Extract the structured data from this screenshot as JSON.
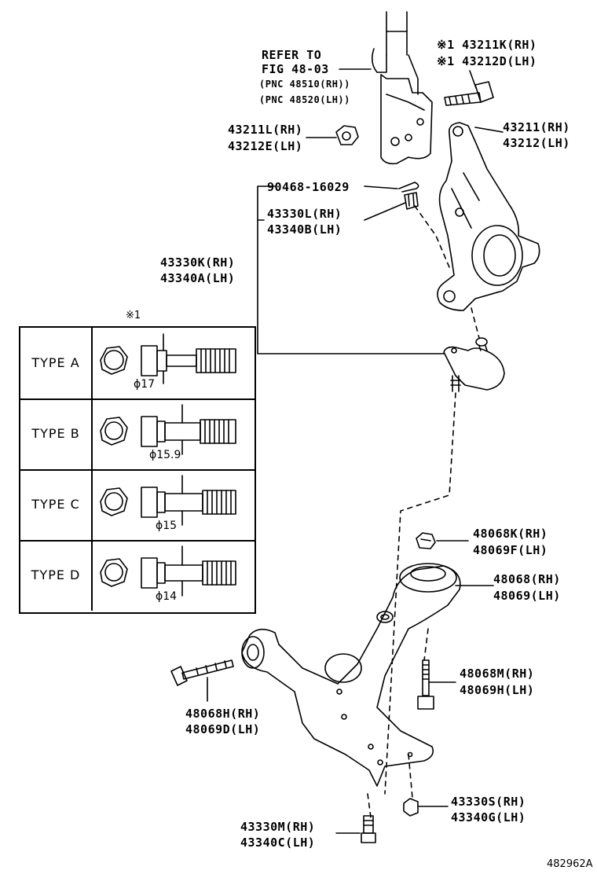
{
  "labels": {
    "refer1": "REFER TO",
    "refer2": "FIG 48-03",
    "pnc_rh": "(PNC 48510(RH))",
    "pnc_lh": "(PNC 48520(LH))",
    "bolt_rh": "※1 43211K(RH)",
    "bolt_lh": "※1 43212D(LH)",
    "nut_rh": "43211L(RH)",
    "nut_lh": "43212E(LH)",
    "knuckle_rh": "43211(RH)",
    "knuckle_lh": "43212(LH)",
    "pin": "90468-16029",
    "bjnut_rh": "43330L(RH)",
    "bjnut_lh": "43340B(LH)",
    "bj_rh": "43330K(RH)",
    "bj_lh": "43340A(LH)",
    "ref_mark": "※1",
    "arm_nut_rh": "48068K(RH)",
    "arm_nut_lh": "48069F(LH)",
    "arm_rh": "48068(RH)",
    "arm_lh": "48069(LH)",
    "arm_bolt_m_rh": "48068M(RH)",
    "arm_bolt_h_lh": "48069H(LH)",
    "arm_bolt_rh": "48068H(RH)",
    "arm_bolt_lh": "48069D(LH)",
    "s_nut_rh": "43330S(RH)",
    "s_nut_lh": "43340G(LH)",
    "m_bolt_rh": "43330M(RH)",
    "m_bolt_lh": "43340C(LH)",
    "figure_id": "482962A"
  },
  "types": [
    {
      "label": "TYPE  A",
      "diameter": "ϕ17"
    },
    {
      "label": "TYPE  B",
      "diameter": "ϕ15.9"
    },
    {
      "label": "TYPE  C",
      "diameter": "ϕ15"
    },
    {
      "label": "TYPE  D",
      "diameter": "ϕ14"
    }
  ]
}
